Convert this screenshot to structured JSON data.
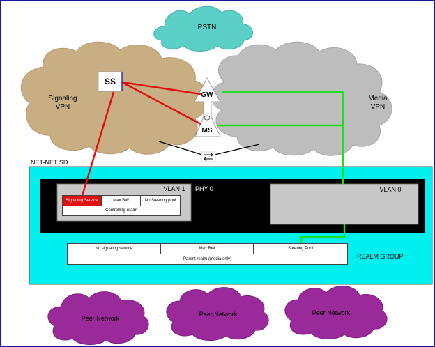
{
  "labels": {
    "pstn": "PSTN",
    "signaling_vpn": [
      "Signaling",
      "VPN"
    ],
    "media_vpn": [
      "Media",
      "VPN"
    ],
    "ss": "SS",
    "gw": "GW",
    "ms": "MS",
    "netnet_sd": "NET-NET SD",
    "vlan1": "VLAN 1",
    "phy0": "PHY 0",
    "vlan0": "VLAN 0",
    "realm_group": "REALM GROUP",
    "peer_network": "Peer Network"
  },
  "vlan1_table": {
    "row1": [
      "Signaling Service",
      "Max BW",
      "No Steering pool"
    ],
    "row2": "Controlling-realm"
  },
  "realm_table": {
    "row1": [
      "No signaling service",
      "Max BW",
      "Steering Pool"
    ],
    "row2": "Parent realm (media only)"
  },
  "peer_networks": [
    "Peer Network",
    "Peer Network",
    "Peer Network"
  ],
  "colors": {
    "pstn_cloud": "#5ccfc7",
    "signaling_cloud": "#c9ae84",
    "media_cloud": "#bdbdbd",
    "sd_box": "#00f0f0",
    "peer_cloud": "#9a2a9a",
    "signaling_link": "#e01010",
    "media_link": "#22dd22"
  }
}
